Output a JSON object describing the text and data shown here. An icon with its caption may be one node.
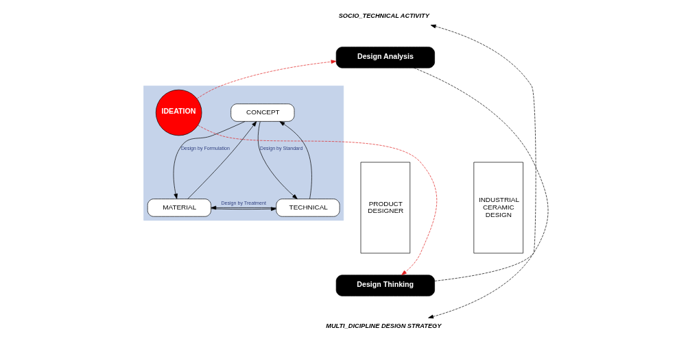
{
  "diagram": {
    "nodes": [
      {
        "text": [
          "SOCIO_TECHNICAL ACTIVITY"
        ]
      },
      {
        "text": [
          "Design Analysis"
        ]
      },
      {
        "text": [
          "PRODUCT DESIGNER"
        ]
      },
      {
        "text": [],
        "shape": "box"
      },
      {
        "text": [
          "CONCEPT"
        ],
        "in": 3
      },
      {
        "text": [
          "IDEATION"
        ],
        "in": 3
      },
      {
        "text": [
          "MATERIAL"
        ],
        "in": 3
      },
      {
        "text": [
          "TECHNICAL"
        ],
        "in": 3
      },
      {
        "text": [
          "INDUSTRIAL CERAMIC DESIGN"
        ]
      },
      {
        "text": [
          "Design Thinking"
        ]
      },
      {
        "text": [
          "MULTI_DICIPLINE DESIGN STRATEGY"
        ]
      }
    ],
    "edges": [
      {
        "from": 9,
        "to": 0,
        "arrow": "to",
        "style": "dashed"
      },
      {
        "from": 1,
        "to": 10,
        "arrow": "to",
        "style": "dashed"
      },
      {
        "from": 5,
        "to": 1,
        "arrow": "to",
        "style": "dashed",
        "color": "#e02020"
      },
      {
        "from": 5,
        "to": 9,
        "arrow": "to",
        "style": "dashed",
        "color": "#e02020"
      },
      {
        "from": 4,
        "to": 6,
        "arrow": "to",
        "label": "Design by Formulation"
      },
      {
        "from": 6,
        "to": 4,
        "arrow": "to"
      },
      {
        "from": 4,
        "to": 7,
        "arrow": "to",
        "label": "Design by Standard"
      },
      {
        "from": 7,
        "to": 4,
        "arrow": "to"
      },
      {
        "from": 6,
        "to": 7,
        "arrow": "to"
      },
      {
        "from": 7,
        "to": 6,
        "arrow": "to",
        "label": "Design by Treatment"
      }
    ]
  }
}
